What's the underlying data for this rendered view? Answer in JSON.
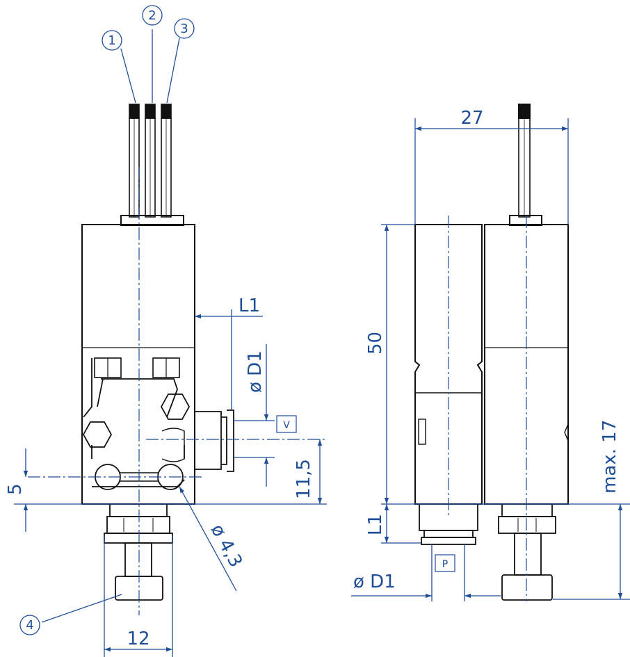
{
  "colors": {
    "outline": "#111111",
    "dimension": "#1f4e99",
    "background": "#ffffff",
    "wire_tip": "#111111"
  },
  "callouts": [
    "1",
    "2",
    "3",
    "4"
  ],
  "port_labels": {
    "v": "V",
    "p": "P"
  },
  "front_view": {
    "dim_l1": "L1",
    "dim_d1": "ø D1",
    "dim_11_5": "11,5",
    "dim_5": "5",
    "dim_hole": "ø 4,3",
    "dim_12": "12"
  },
  "side_view": {
    "dim_27": "27",
    "dim_50": "50",
    "dim_max17": "max. 17",
    "dim_l1": "L1",
    "dim_d1": "ø D1"
  }
}
